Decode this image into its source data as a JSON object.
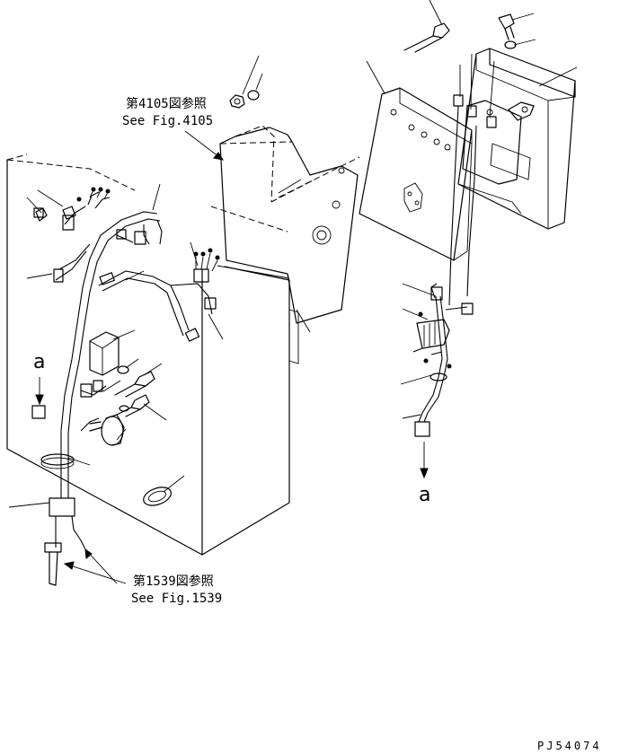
{
  "references": {
    "fig4105_jp": "第4105図参照",
    "fig4105_en": "See Fig.4105",
    "fig1539_jp": "第1539図参照",
    "fig1539_en": "See Fig.1539"
  },
  "callouts": {
    "left": "a",
    "right": "a"
  },
  "drawing_code": "PJ54074"
}
